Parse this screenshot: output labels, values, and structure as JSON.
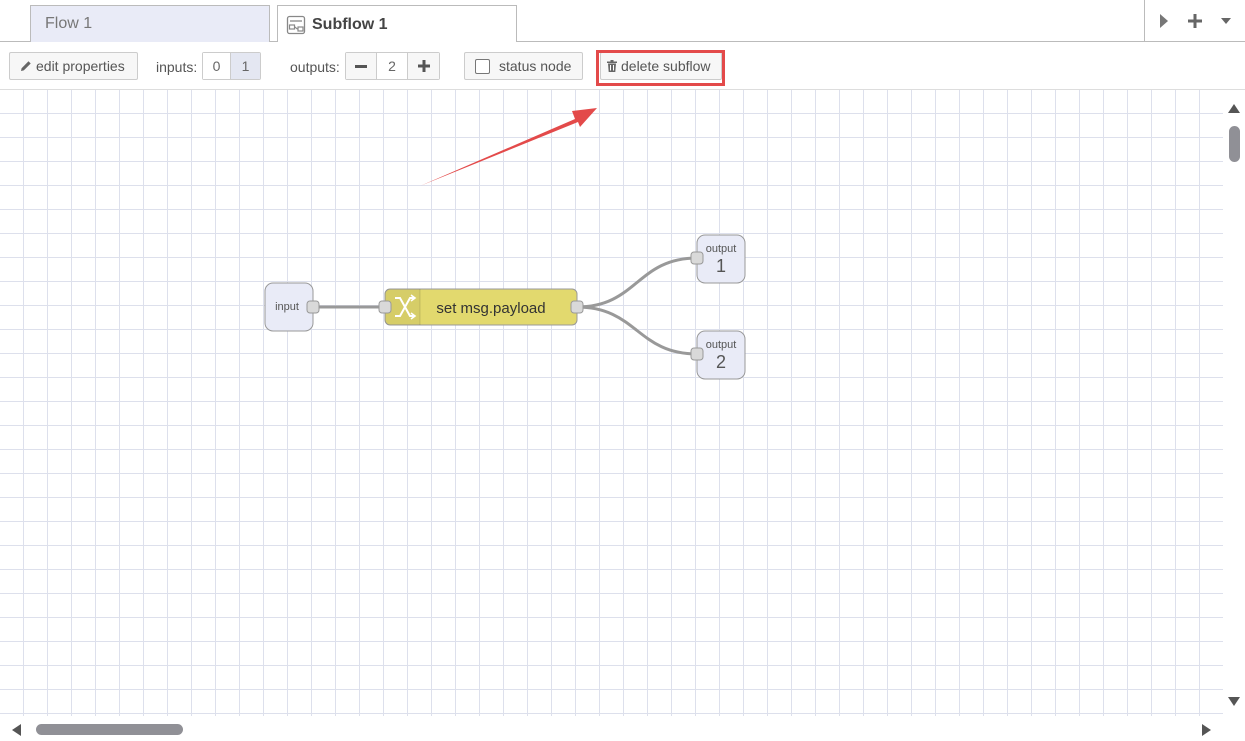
{
  "tabs": [
    {
      "label": "Flow 1",
      "active": false
    },
    {
      "label": "Subflow 1",
      "active": true,
      "icon": "subflow-icon"
    }
  ],
  "tab_controls": {
    "scroll": "caret-right-icon",
    "add": "plus-icon",
    "menu": "caret-down-icon"
  },
  "toolbar": {
    "edit_properties_label": "edit properties",
    "inputs_label": "inputs:",
    "inputs_options": [
      "0",
      "1"
    ],
    "inputs_selected": "1",
    "outputs_label": "outputs:",
    "outputs_value": "2",
    "status_node_label": "status node",
    "status_node_checked": false,
    "delete_subflow_label": "delete subflow"
  },
  "annotation": {
    "highlight_color": "#e34a4a",
    "target": "delete subflow"
  },
  "nodes": {
    "input": {
      "label": "input"
    },
    "change": {
      "label": "set msg.payload",
      "color": "#e2d96e",
      "icon": "shuffle-icon"
    },
    "output1": {
      "label": "output",
      "number": "1"
    },
    "output2": {
      "label": "output",
      "number": "2"
    }
  },
  "colors": {
    "port_fill": "#d9d9d9",
    "wire": "#999999",
    "subflow_port_fill": "#e9ebf7",
    "node_border": "#999999"
  }
}
